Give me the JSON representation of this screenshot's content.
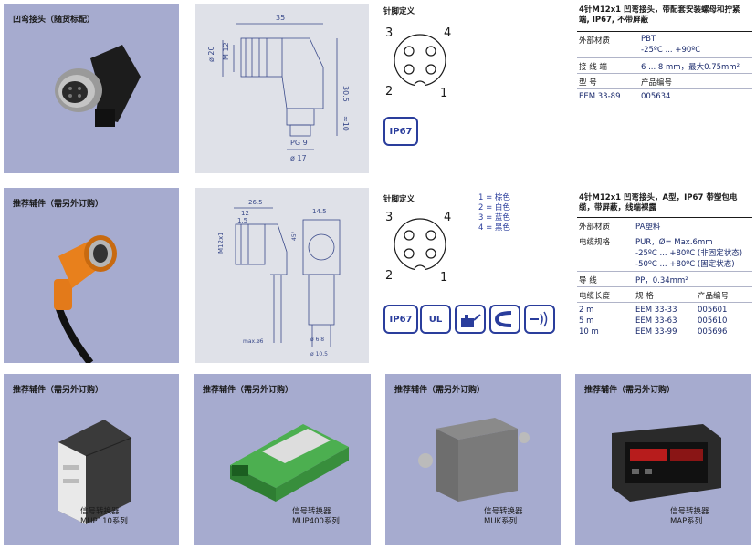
{
  "panels": {
    "p1_title": "凹弯接头（随货标配）",
    "p2_title": "推荐辅件（需另外订购）",
    "p3_title": "推荐辅件（需另外订购）",
    "p4_title": "推荐辅件（需另外订购）",
    "p5_title": "推荐辅件（需另外订购）",
    "p6_title": "推荐辅件（需另外订购）"
  },
  "drawing1": {
    "d35": "35",
    "m12": "M 12",
    "d20": "ø 20",
    "d305": "30.5",
    "d10": "≈10",
    "pg9": "PG 9",
    "d17": "ø 17"
  },
  "drawing2": {
    "d265": "26.5",
    "d12": "12",
    "d15": "1.5",
    "d145": "14.5",
    "m12": "M12x1",
    "max": "max.ø6",
    "d68": "ø 6.8",
    "d105": "ø 10.5",
    "ang": "45°"
  },
  "section1": {
    "pin_title": "针脚定义",
    "pins": [
      "3",
      "4",
      "2",
      "1"
    ],
    "product_title": "4针M12x1 凹弯接头，带配套安装螺母和拧紧端, IP67, 不带屏蔽",
    "rows": [
      {
        "label": "外部材质",
        "value": "PBT"
      },
      {
        "label": "",
        "value": "-25ºC ... +90ºC"
      },
      {
        "label": "接 线 端",
        "value": "6 ... 8 mm，最大0.75mm²"
      },
      {
        "label": "型    号",
        "value": "产品编号"
      },
      {
        "label": "EEM 33-89",
        "value": "005634"
      }
    ],
    "badge": "IP67"
  },
  "section2": {
    "pin_title": "针脚定义",
    "pins": [
      "3",
      "4",
      "2",
      "1"
    ],
    "legend": [
      "1 = 棕色",
      "2 = 白色",
      "3 = 蓝色",
      "4 = 黑色"
    ],
    "product_title": "4针M12x1 凹弯接头，A型，IP67 带塑包电缆，带屏蔽，线端裸露",
    "material_label": "外部材质",
    "material_value": "PA塑料",
    "spec_label": "电缆规格",
    "spec_values": [
      "PUR，Ø= Max.6mm",
      "-25ºC ... +80ºC (非固定状态)",
      "-50ºC ... +80ºC (固定状态)"
    ],
    "wire_label": "导    线",
    "wire_value": "PP，0.34mm²",
    "head": [
      "电缆长度",
      "规    格",
      "产品编号"
    ],
    "table": [
      [
        "2 m",
        "EEM 33-33",
        "005601"
      ],
      [
        "5 m",
        "EEM 33-63",
        "005610"
      ],
      [
        "10 m",
        "EEM 33-99",
        "005696"
      ]
    ],
    "badges": [
      "IP67",
      "UL"
    ]
  },
  "products": [
    {
      "line1": "信号转换器",
      "line2": "MUP110系列"
    },
    {
      "line1": "信号转换器",
      "line2": "MUP400系列"
    },
    {
      "line1": "信号转换器",
      "line2": "MUK系列"
    },
    {
      "line1": "信号转换器",
      "line2": "MAP系列"
    }
  ]
}
